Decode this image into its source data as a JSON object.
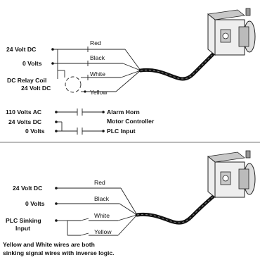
{
  "top_circuit": {
    "source_labels": {
      "v24": "24 Volt DC",
      "v0": "0 Volts",
      "relay_line1": "DC Relay Coil",
      "relay_line2": "24 Volt DC"
    },
    "wire_labels": {
      "red": "Red",
      "black": "Black",
      "white": "White",
      "yellow": "Yellow"
    },
    "contact_inputs": {
      "v110": "110 Volts AC",
      "v24": "24 Volts DC",
      "v0": "0 Volts"
    },
    "outputs": {
      "alarm": "Alarm Horn",
      "motor": "Motor Controller",
      "plc": "PLC Input"
    }
  },
  "bottom_circuit": {
    "source_labels": {
      "v24": "24 Volt DC",
      "v0": "0 Volts",
      "plc_line1": "PLC Sinking",
      "plc_line2": "Input"
    },
    "wire_labels": {
      "red": "Red",
      "black": "Black",
      "white": "White",
      "yellow": "Yellow"
    },
    "note_line1": "Yellow and White wires are both",
    "note_line2": "sinking signal wires with inverse logic."
  }
}
